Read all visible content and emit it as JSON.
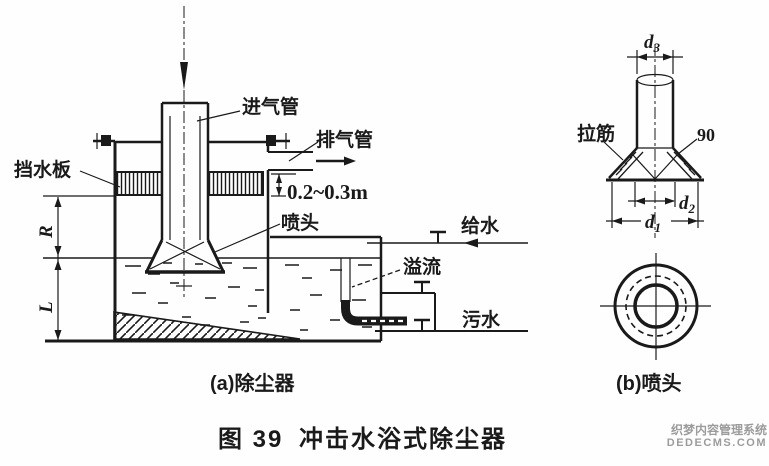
{
  "panel_a": {
    "caption": "(a)除尘器",
    "labels": {
      "inlet_pipe": "进气管",
      "exhaust_pipe": "排气管",
      "baffle": "挡水板",
      "spray_head": "喷头",
      "gap_dim": "0.2~0.3m",
      "feed_water": "给水",
      "overflow": "溢流",
      "waste_water": "污水",
      "dim_r": "R",
      "dim_l": "L"
    }
  },
  "panel_b": {
    "caption": "(b)喷头",
    "labels": {
      "tie_rib": "拉筋",
      "angle": "90"
    },
    "dims": {
      "d1": {
        "base": "d",
        "sub": "1"
      },
      "d2": {
        "base": "d",
        "sub": "2"
      },
      "d3": {
        "base": "d",
        "sub": "3"
      }
    }
  },
  "figure_caption": {
    "prefix": "图 39",
    "title": "冲击水浴式除尘器"
  },
  "watermark": {
    "line1": "织梦内容管理系统",
    "line2": "DEDECMS.COM"
  },
  "colors": {
    "ink": "#1a1a1a",
    "background": "#fefefe",
    "watermark": "#9c9c9c"
  }
}
